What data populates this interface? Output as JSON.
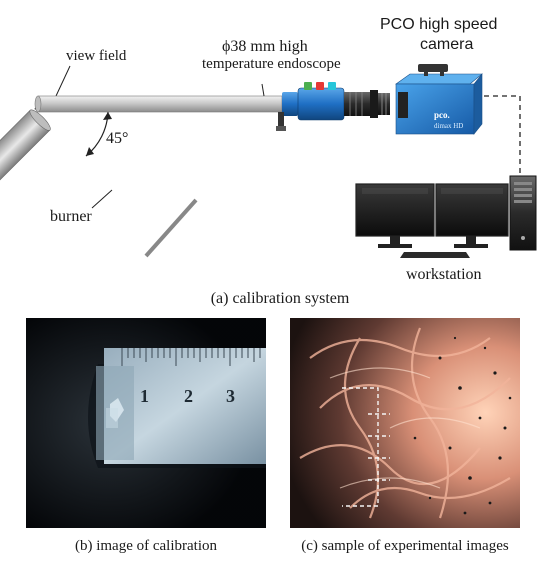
{
  "figure": {
    "labels": {
      "view_field": "view field",
      "endoscope_line1": "ϕ38 mm high",
      "endoscope_line2": "temperature endoscope",
      "camera_line1": "PCO high speed",
      "camera_line2": "camera",
      "angle": "45°",
      "burner": "burner",
      "workstation": "workstation",
      "camera_brand": "pco.",
      "camera_model": "dimax HD"
    },
    "ruler_numbers": [
      "1",
      "2",
      "3"
    ],
    "captions": {
      "a": "(a) calibration system",
      "b": "(b) image of calibration",
      "c": "(c) sample of experimental images"
    }
  }
}
